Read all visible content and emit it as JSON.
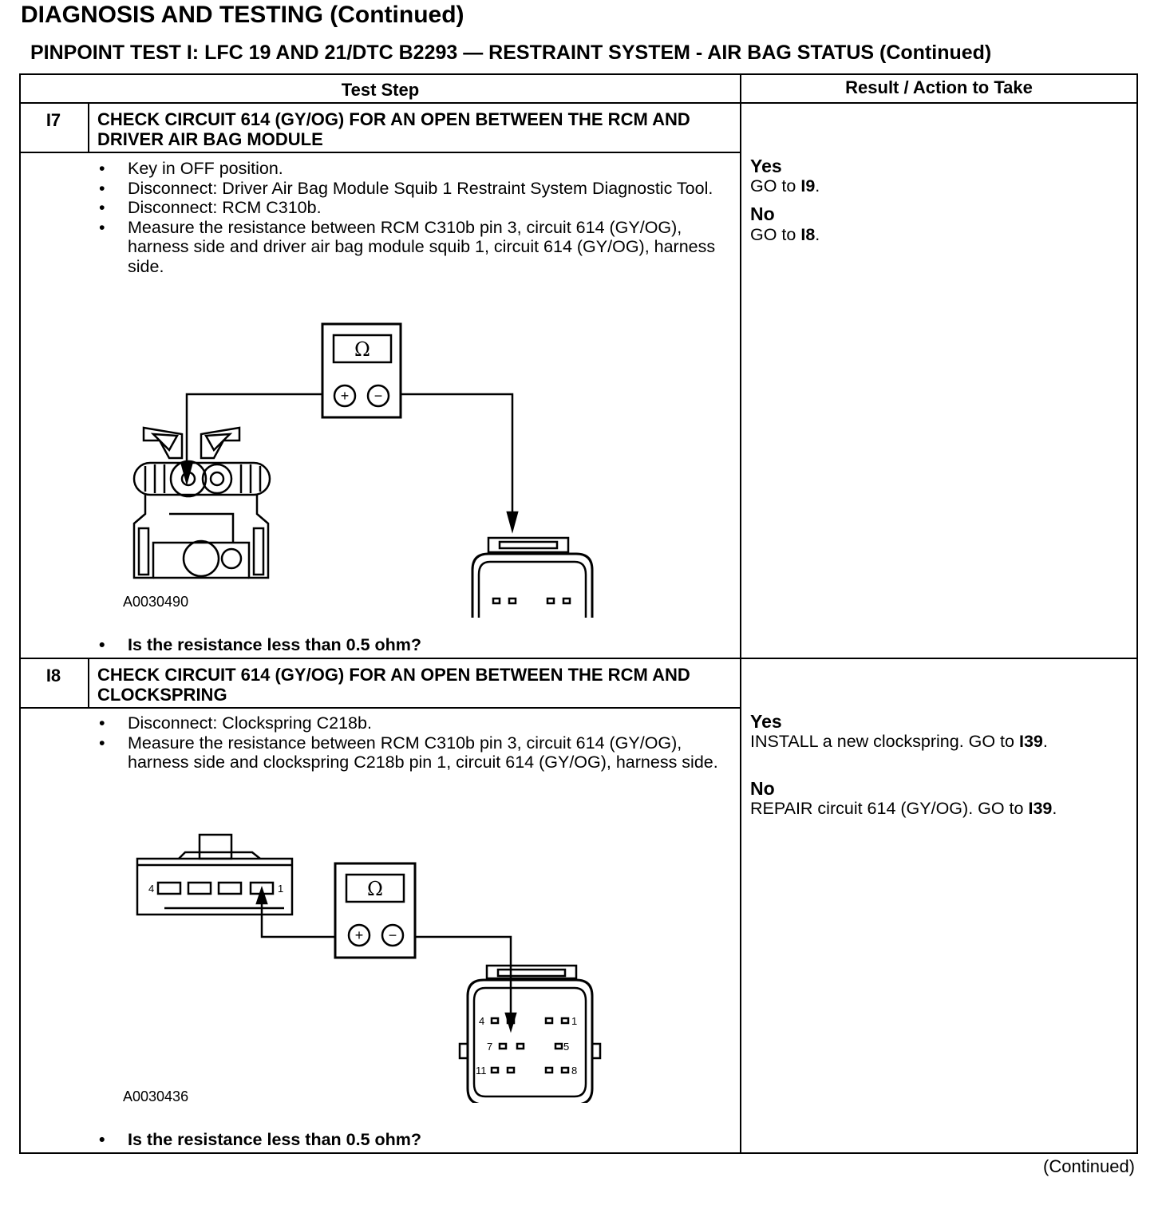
{
  "header": {
    "title": "DIAGNOSIS AND TESTING (Continued)",
    "subtitle": "PINPOINT TEST I: LFC 19 AND 21/DTC B2293 — RESTRAINT SYSTEM - AIR BAG STATUS (Continued)"
  },
  "table": {
    "col_test_step": "Test Step",
    "col_result": "Result / Action to Take"
  },
  "steps": [
    {
      "id": "I7",
      "title": "CHECK CIRCUIT 614 (GY/OG) FOR AN OPEN BETWEEN THE RCM AND DRIVER AIR BAG MODULE",
      "bullets": [
        "Key in OFF position.",
        "Disconnect: Driver Air Bag Module Squib 1 Restraint System Diagnostic Tool.",
        "Disconnect: RCM C310b.",
        "Measure the resistance between RCM C310b pin 3, circuit 614 (GY/OG), harness side and driver air bag module squib 1, circuit 614 (GY/OG), harness side."
      ],
      "figure_id": "A0030490",
      "question": "Is the resistance less than 0.5 ohm?",
      "yes_label": "Yes",
      "yes_text": "GO to",
      "yes_target": "I9",
      "no_label": "No",
      "no_text": "GO to",
      "no_target": "I8"
    },
    {
      "id": "I8",
      "title": "CHECK CIRCUIT 614 (GY/OG) FOR AN OPEN BETWEEN THE RCM AND CLOCKSPRING",
      "bullets": [
        "Disconnect: Clockspring C218b.",
        "Measure the resistance between RCM C310b pin 3, circuit 614 (GY/OG), harness side and clockspring C218b pin 1, circuit 614 (GY/OG), harness side."
      ],
      "figure_id": "A0030436",
      "question": "Is the resistance less than 0.5 ohm?",
      "yes_label": "Yes",
      "yes_text": "INSTALL a new clockspring. GO to",
      "yes_target": "I39",
      "no_label": "No",
      "no_text": "REPAIR circuit 614 (GY/OG). GO to",
      "no_target": "I39"
    }
  ],
  "diagram_labels": {
    "ohm_symbol": "Ω",
    "plus": "+",
    "minus": "−",
    "clock_pin_4": "4",
    "clock_pin_1": "1",
    "rcm_pin_4": "4",
    "rcm_pin_1": "1",
    "rcm_pin_7": "7",
    "rcm_pin_5": "5",
    "rcm_pin_11": "11",
    "rcm_pin_8": "8"
  },
  "footer": {
    "continued": "(Continued)"
  }
}
